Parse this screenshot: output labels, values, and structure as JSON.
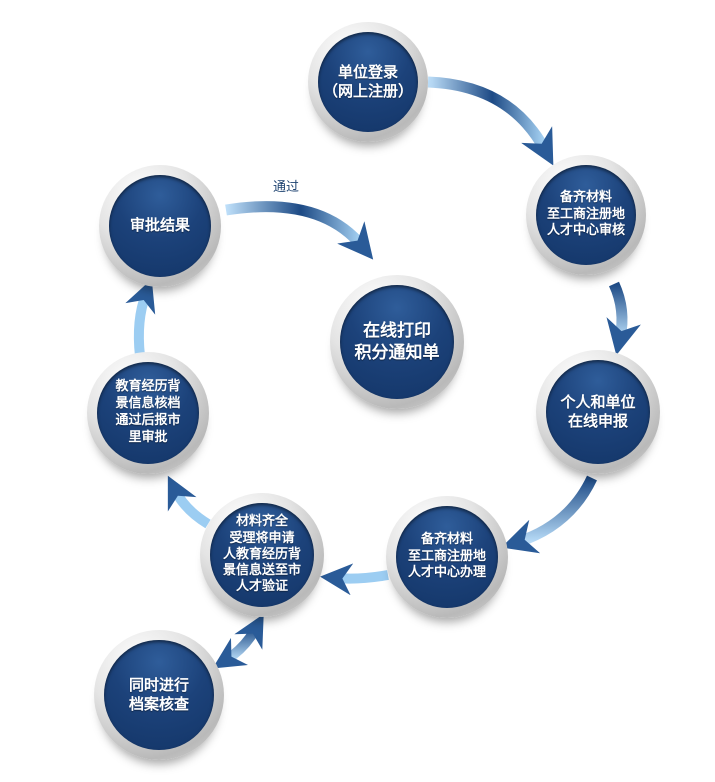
{
  "colors": {
    "circle": "#1c427a",
    "arrow_dark": "#1d4a85",
    "arrow_light": "#a8d4f5"
  },
  "nodes": [
    {
      "id": "unit-login",
      "lines": [
        "单位登录",
        "（网上注册）"
      ]
    },
    {
      "id": "materials-review",
      "lines": [
        "备齐材料",
        "至工商注册地",
        "人才中心审核"
      ]
    },
    {
      "id": "online-apply",
      "lines": [
        "个人和单位",
        "在线申报"
      ]
    },
    {
      "id": "materials-handle",
      "lines": [
        "备齐材料",
        "至工商注册地",
        "人才中心办理"
      ]
    },
    {
      "id": "materials-complete",
      "lines": [
        "材料齐全",
        "受理将申请",
        "人教育经历背",
        "景信息送至市",
        "人才验证"
      ]
    },
    {
      "id": "education-check",
      "lines": [
        "教育经历背",
        "景信息核档",
        "通过后报市",
        "里审批"
      ]
    },
    {
      "id": "approval-result",
      "lines": [
        "审批结果"
      ]
    },
    {
      "id": "print-notice",
      "lines": [
        "在线打印",
        "积分通知单"
      ]
    },
    {
      "id": "archive-check",
      "lines": [
        "同时进行",
        "档案核查"
      ]
    }
  ],
  "pass_label": "通过"
}
